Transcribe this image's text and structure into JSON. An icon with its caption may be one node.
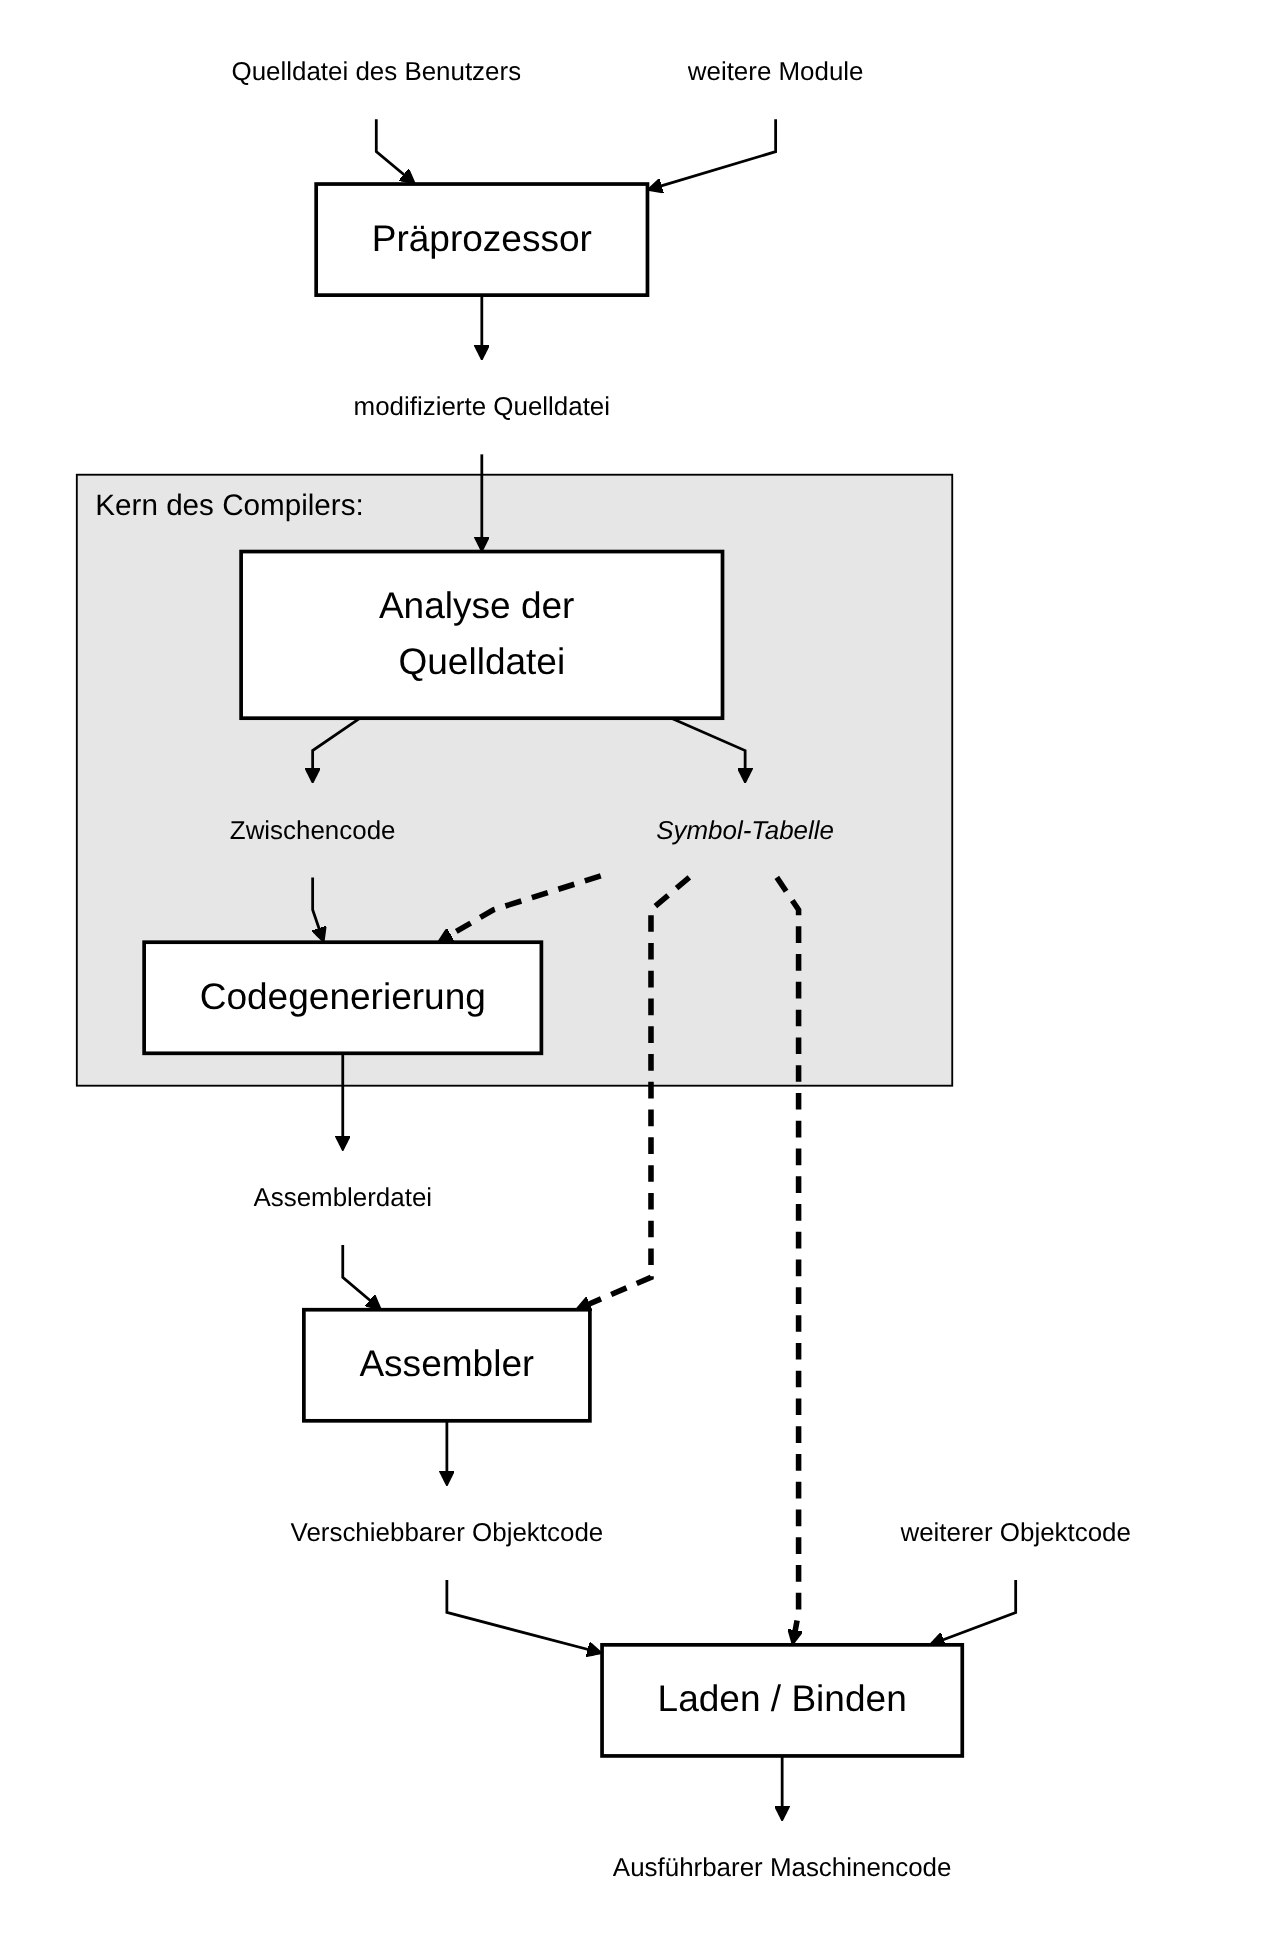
{
  "diagram": {
    "nodes": [
      {
        "text": [
          "Quelldatei des Benutzers"
        ]
      },
      {
        "text": [
          "Präprozessor"
        ]
      },
      {
        "text": [
          "weitere Module"
        ]
      },
      {
        "text": [
          "modifizierte Quelldatei"
        ]
      },
      {
        "text": [
          "Kern des Compilers:"
        ]
      },
      {
        "text": [
          "Analyse der Quelldatei"
        ],
        "in": 4
      },
      {
        "text": [
          "Symbol-Tabelle"
        ],
        "in": 4
      },
      {
        "text": [
          "Zwischencode"
        ],
        "in": 4
      },
      {
        "text": [
          "Codegenerierung"
        ],
        "in": 4
      },
      {
        "text": [
          "Assemblerdatei"
        ]
      },
      {
        "text": [
          "Assembler"
        ]
      },
      {
        "text": [
          "Verschiebbarer Objektcode"
        ]
      },
      {
        "text": [
          "Laden / Binden"
        ]
      },
      {
        "text": [
          "weiterer Objektcode"
        ]
      },
      {
        "text": [
          "Ausführbarer Maschinencode"
        ]
      }
    ],
    "edges": [
      {
        "from": 0,
        "to": 1,
        "arrow": "to"
      },
      {
        "from": 2,
        "to": 1,
        "arrow": "to"
      },
      {
        "from": 1,
        "to": 3,
        "arrow": "to"
      },
      {
        "from": 3,
        "to": 5,
        "arrow": "to"
      },
      {
        "from": 5,
        "to": 6,
        "arrow": "to"
      },
      {
        "from": 5,
        "to": 7,
        "arrow": "to"
      },
      {
        "from": 7,
        "to": 8,
        "arrow": "to"
      },
      {
        "from": 6,
        "to": 8,
        "arrow": "to",
        "style": "dashed"
      },
      {
        "from": 8,
        "to": 9,
        "arrow": "to"
      },
      {
        "from": 9,
        "to": 10,
        "arrow": "to"
      },
      {
        "from": 6,
        "to": 10,
        "arrow": "to",
        "style": "dashed"
      },
      {
        "from": 10,
        "to": 11,
        "arrow": "to"
      },
      {
        "from": 11,
        "to": 12,
        "arrow": "to"
      },
      {
        "from": 6,
        "to": 12,
        "arrow": "to",
        "style": "dashed"
      },
      {
        "from": 13,
        "to": 12,
        "arrow": "to"
      },
      {
        "from": 12,
        "to": 14,
        "arrow": "to"
      }
    ]
  }
}
